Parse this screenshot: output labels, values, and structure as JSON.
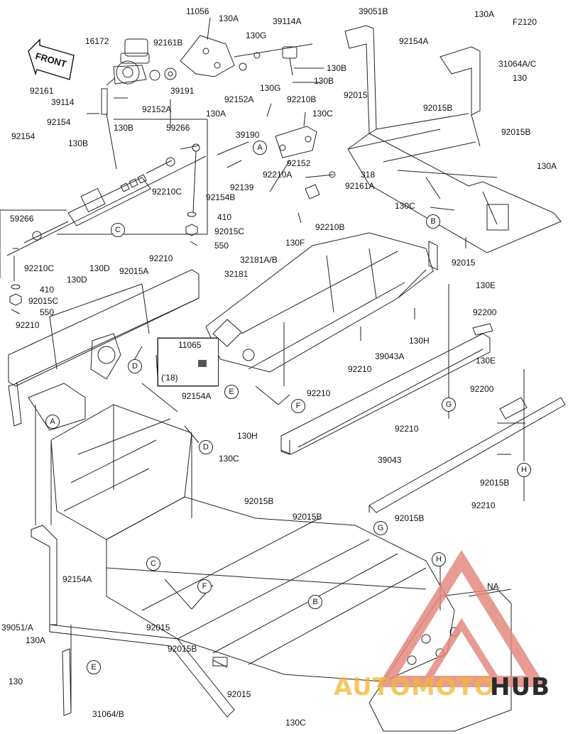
{
  "diagram_code": "F2120",
  "front_arrow": "FRONT",
  "part_numbers": {
    "p11056": "11056",
    "p130A_1": "130A",
    "p39114A": "39114A",
    "p39051B": "39051B",
    "p130A_2": "130A",
    "p16172": "16172",
    "p92161B": "92161B",
    "p130G_1": "130G",
    "p92154A_1": "92154A",
    "p31064AC": "31064A/C",
    "p130_1": "130",
    "p130B_1": "130B",
    "p130B_2": "130B",
    "p92161": "92161",
    "p92152A_1": "92152A",
    "p92152A_2": "92152A",
    "p130A_3": "130A",
    "p39191": "39191",
    "p130G_2": "130G",
    "p92210B_1": "92210B",
    "p92015_1": "92015",
    "p92015B_1": "92015B",
    "p39114": "39114",
    "p130B_3": "130B",
    "p130C_1": "130C",
    "p92015B_2": "92015B",
    "p130B_4": "130B",
    "p92154_1": "92154",
    "p59266_1": "59266",
    "p39190": "39190",
    "p92154_2": "92154",
    "p130A_4": "130A",
    "p92152": "92152",
    "p92210A": "92210A",
    "p318": "318",
    "p92161A": "92161A",
    "p92210C_1": "92210C",
    "p92139": "92139",
    "p92154B": "92154B",
    "p130C_2": "130C",
    "p59266_2": "59266",
    "p410_1": "410",
    "p92015C_1": "92015C",
    "p550_1": "550",
    "p92210B_2": "92210B",
    "p130F": "130F",
    "p92015_2": "92015",
    "p92210C_2": "92210C",
    "p92015A_1": "92015A",
    "p32181AB": "32181A/B",
    "p92210_1": "92210",
    "p130D_1": "130D",
    "p130D_2": "130D",
    "p32181": "32181",
    "p130E_1": "130E",
    "p410_2": "410",
    "p92015C_2": "92015C",
    "p550_2": "550",
    "p92200_1": "92200",
    "p92210_2": "92210",
    "p130H_1": "130H",
    "p39043A": "39043A",
    "p11065": "11065",
    "p11065_year": "('18)",
    "p92210_3": "92210",
    "p130E_2": "130E",
    "p92210_4": "92210",
    "p92200_2": "92200",
    "p92154A_2": "92154A",
    "p130H_2": "130H",
    "p92210_5": "92210",
    "p39043": "39043",
    "p130C_3": "130C",
    "p92015B_3": "92015B",
    "p92015B_4": "92015B",
    "p92210_6": "92210",
    "p92015B_5": "92015B",
    "p92015B_6": "92015B",
    "p92154A_3": "92154A",
    "pNA": "NA",
    "p39051A": "39051/A",
    "p92015_3": "92015",
    "p130A_5": "130A",
    "p92015B_7": "92015B",
    "p130_2": "130",
    "p92015_4": "92015",
    "p31064B": "31064/B",
    "p130C_4": "130C"
  },
  "callouts": {
    "A1": "A",
    "A2": "A",
    "B1": "B",
    "B2": "B",
    "C1": "C",
    "C2": "C",
    "D1": "D",
    "D2": "D",
    "E1": "E",
    "E2": "E",
    "F1": "F",
    "F2": "F",
    "G1": "G",
    "G2": "G",
    "H1": "H",
    "H2": "H"
  },
  "watermark": {
    "part1": "AUTOMOTO",
    "part2": "HUB",
    "color_main": "#d9473c",
    "color_accent": "#f2b632",
    "color_dark": "#2a2a2a"
  }
}
